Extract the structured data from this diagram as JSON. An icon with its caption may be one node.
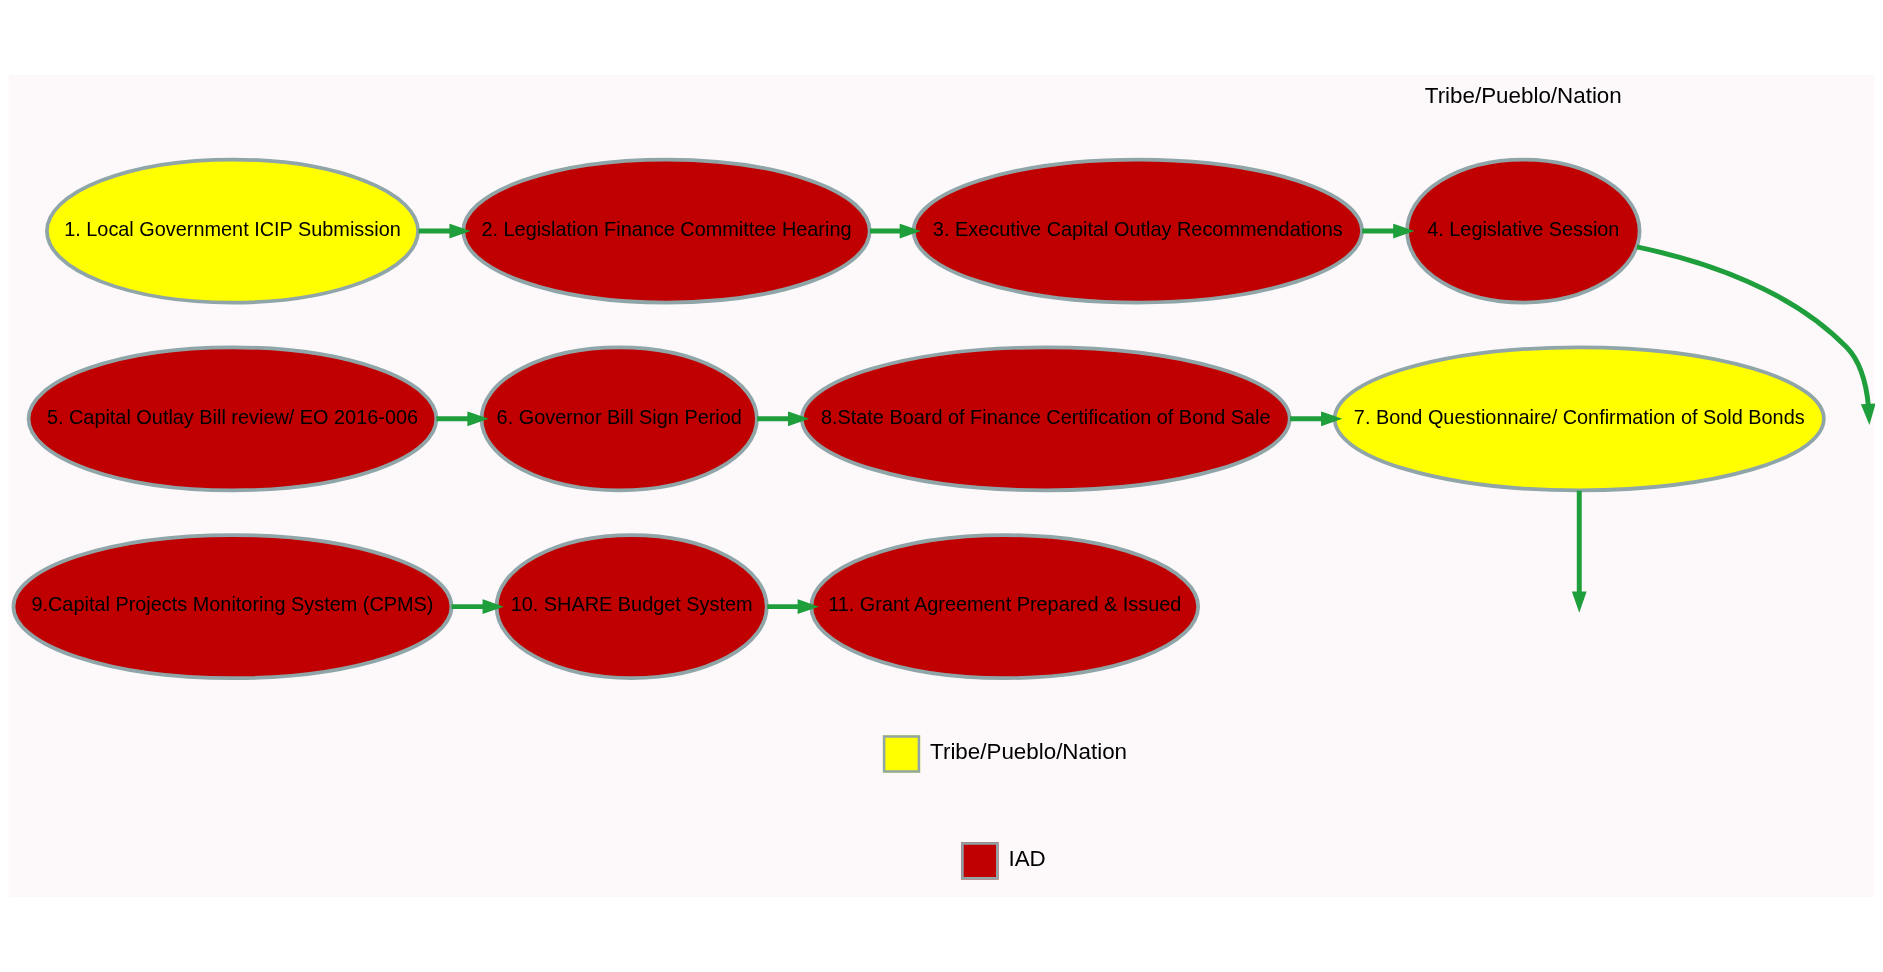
{
  "diagram": {
    "nodes": [
      {
        "text": [
          "1. Local Government ICIP Submission"
        ]
      },
      {
        "text": [
          "2. Legislation Finance Committee Hearing"
        ]
      },
      {
        "text": [
          "3. Executive Capital Outlay Recommendations"
        ]
      },
      {
        "text": [
          "4. Legislative Session"
        ]
      },
      {
        "text": [
          "5. Capital Outlay Bill review/ EO 2016-006"
        ]
      },
      {
        "text": [
          "6. Governor Bill Sign Period"
        ]
      },
      {
        "text": [
          "8.State Board of Finance Certification of Bond Sale"
        ]
      },
      {
        "text": [
          "7. Bond Questionnaire/ Confirmation of Sold Bonds"
        ]
      },
      {
        "text": [
          "9.Capital Projects Monitoring System (CPMS)"
        ]
      },
      {
        "text": [
          "10. SHARE Budget System"
        ]
      },
      {
        "text": [
          "11. Grant Agreement Prepared & Issued"
        ]
      }
    ],
    "edges": [
      {
        "from": 0,
        "to": 1,
        "arrow": "to"
      },
      {
        "from": 1,
        "to": 2,
        "arrow": "to"
      },
      {
        "from": 2,
        "to": 3,
        "arrow": "to"
      },
      {
        "from": 3,
        "to": null,
        "arrow": "to"
      },
      {
        "from": 4,
        "to": 5,
        "arrow": "to"
      },
      {
        "from": 5,
        "to": 6,
        "arrow": "to"
      },
      {
        "from": 6,
        "to": 7,
        "arrow": "to"
      },
      {
        "from": 7,
        "to": null,
        "arrow": "to"
      },
      {
        "from": 8,
        "to": 9,
        "arrow": "to"
      },
      {
        "from": 9,
        "to": 10,
        "arrow": "to"
      }
    ],
    "labels": [
      "Tribe/Pueblo/Nation"
    ],
    "legend": [
      {
        "text": "Tribe/Pueblo/Nation",
        "color": "#ffff00"
      },
      {
        "text": "IAD",
        "color": "#c00000"
      }
    ]
  }
}
